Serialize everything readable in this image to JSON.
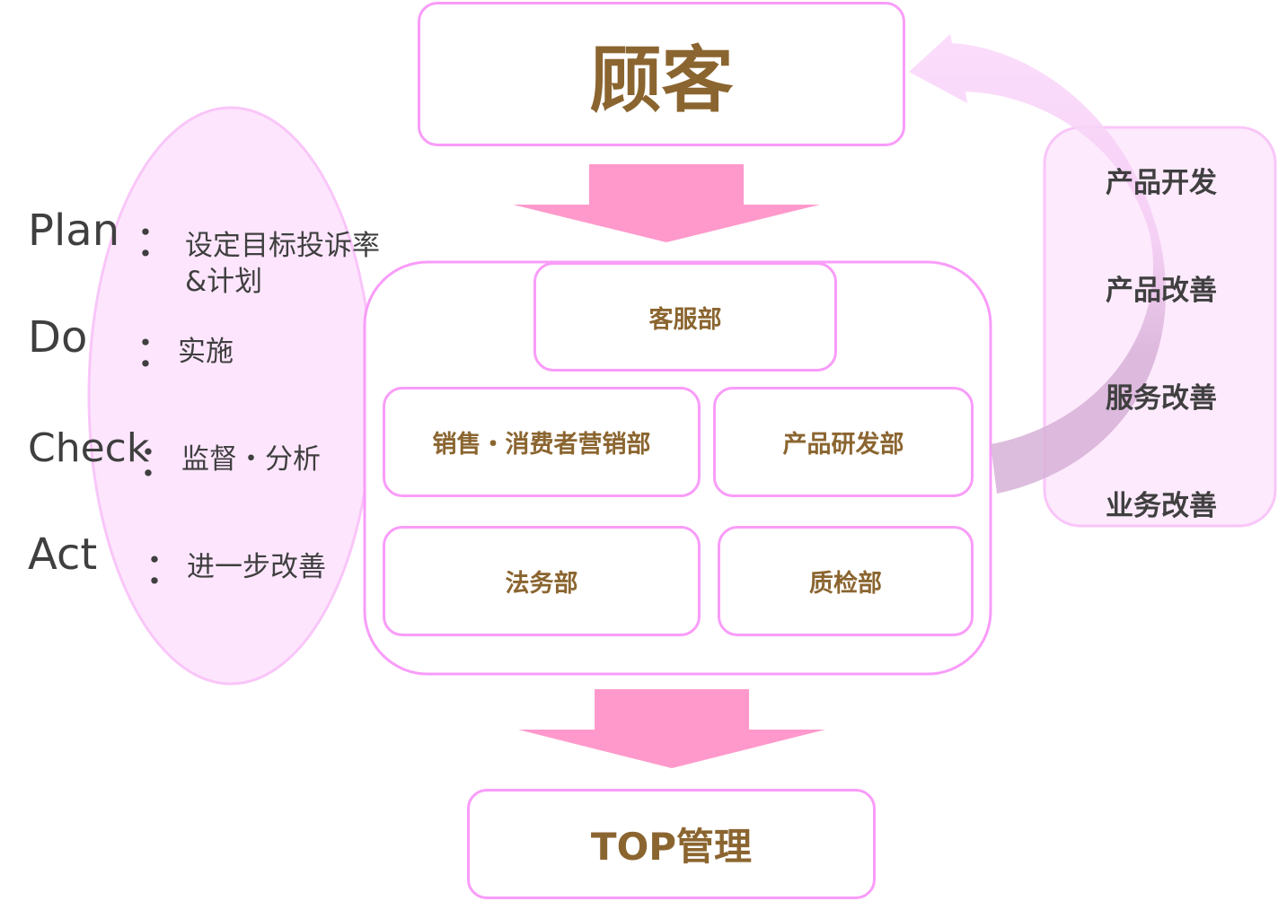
{
  "customer": "顾客",
  "departments": {
    "cs": "客服部",
    "sales": "销售・消费者营销部",
    "rd": "产品研发部",
    "legal": "法务部",
    "qc": "质检部"
  },
  "top": "TOP管理",
  "pdca": [
    {
      "key": "Plan",
      "sep": "：",
      "text": "设定目标投诉率",
      "text2": "&计划"
    },
    {
      "key": "Do",
      "sep": "：",
      "text": "实施"
    },
    {
      "key": "Check",
      "sep": "：",
      "text": "监督・分析"
    },
    {
      "key": "Act",
      "sep": "：",
      "text": "进一步改善"
    }
  ],
  "improvements": [
    "产品开发",
    "产品改善",
    "服务改善",
    "业务改善"
  ],
  "colors": {
    "border": "#F99CF9",
    "arrow": "#FF99CC",
    "text": "#8B6530"
  }
}
